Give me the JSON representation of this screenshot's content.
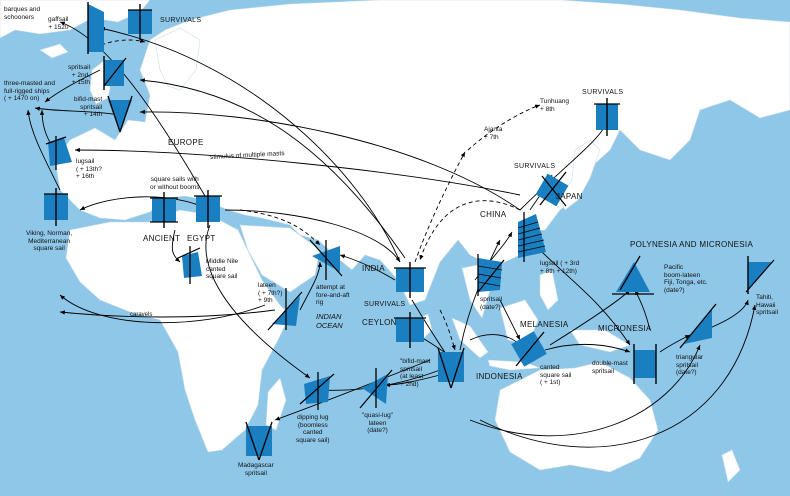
{
  "regions": {
    "europe": "EUROPE",
    "ancient": "ANCIENT",
    "egypt": "EGYPT",
    "india": "INDIA",
    "ceylon": "CEYLON",
    "china": "CHINA",
    "japan": "JAPAN",
    "indonesia": "INDONESIA",
    "melanesia": "MELANESIA",
    "micronesia": "MICRONESIA",
    "polynesia": "POLYNESIA AND MICRONESIA",
    "indian_ocean": "INDIAN\nOCEAN"
  },
  "labels": {
    "barques": "barques and\nschooners",
    "gaffsail": "gaffsail\n+ 1520",
    "spritsail": "spritsail\n+ 2nd,\n+ 15th",
    "bifid_mast": "bifid-mast\nspritsail\n+ 14th",
    "three_masted": "three-masted and\nfull-rigged ships\n( + 1470 on)",
    "lugsail_europe": "lugsail\n( + 13th?\n+ 16th",
    "viking": "Viking, Norman,\nMediterranean\nsquare sail",
    "square_booms": "square sails with\nor without booms",
    "middle_nile": "Middle Nile\ncanted\nsquare sail",
    "lateen": "lateen\n( + 7th?)\n+ 9th",
    "fore_aft": "attempt at\nfore-and-aft\nrig",
    "caravels": "caravels",
    "stimulus": "stimulus of multiple masts",
    "dipping_lug": "dipping lug\n(boomless\ncanted\nsquare sail)",
    "quasi_lug": "\"quasi-lug\"\nlateen\n(date?)",
    "bifid_indo": "\"bifid-mast\nspritsail\n(at least\n+ 2nd)",
    "madagascar": "Madagascar\nspritsail",
    "ajanta": "Ajanta\n+ 7th",
    "tunhuang": "Tunhuang\n+ 8th",
    "lugsail_china": "lugsail ( + 3rd\n+ 8th + 12th)",
    "spritsail_date": "spritsail\n(date?)",
    "canted_square": "canted\nsquare sail\n( + 1st)",
    "double_mast": "double-mast\nspritsail",
    "triangular": "triangular\nspritsail\n(date?)",
    "pacific_lateen": "Pacific\nboom-lateen\nFiji, Tonga, etc.\n(date?)",
    "tahiti": "Tahiti,\nHawaii\nspritsail"
  },
  "survivals": {
    "europe": "SURVIVALS",
    "tunhuang": "SURVIVALS",
    "japan": "SURVIVALS",
    "india": "SURVIVALS"
  },
  "colors": {
    "sea": "#8fc7e8",
    "land": "#ffffff",
    "sail": "#1a7fc1",
    "mast": "#0a0a0a",
    "route": "#000000"
  }
}
